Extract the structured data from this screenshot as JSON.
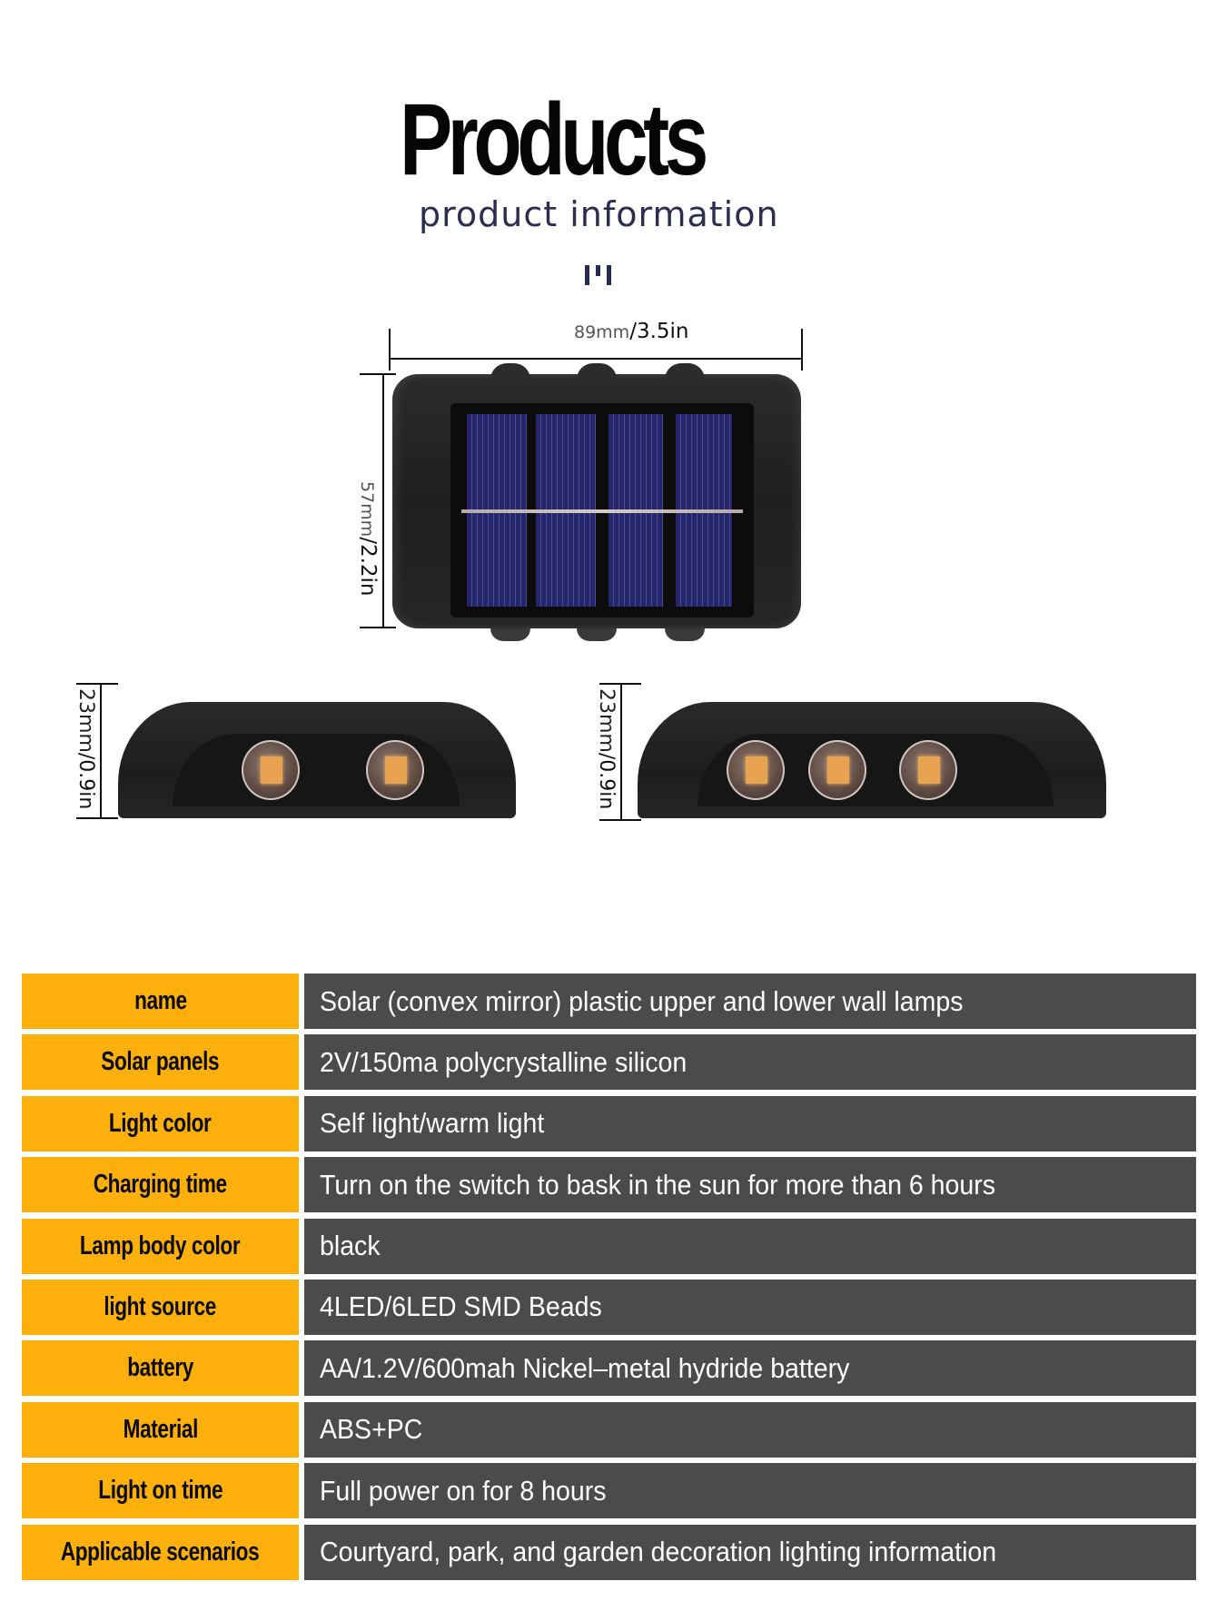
{
  "header": {
    "title": "Products",
    "subtitle": "product information",
    "marker_icon": "bar-marker-icon"
  },
  "dimensions": {
    "width_mm": "89mm",
    "width_in": "/3.5in",
    "height_mm": "57mm",
    "height_in": "/2.2in",
    "depth_left_mm": "23mm",
    "depth_left_in": "/0.9in",
    "depth_right_mm": "23mm",
    "depth_right_in": "/0.9in"
  },
  "product_views": {
    "front_view": "solar-panel-front-view",
    "side_view_left_leds": 2,
    "side_view_right_leds": 3
  },
  "colors": {
    "label_bg": "#FDB00C",
    "value_bg": "#4B4B4B",
    "title": "#050505",
    "subtitle": "#2B2E52",
    "led": "#E8A351",
    "solar_cell": "#25266A"
  },
  "specs": [
    {
      "label": "name",
      "value": "Solar (convex mirror) plastic upper and lower wall lamps"
    },
    {
      "label": "Solar panels",
      "value": "2V/150ma polycrystalline silicon"
    },
    {
      "label": "Light color",
      "value": "Self light/warm light"
    },
    {
      "label": "Charging time",
      "value": "Turn on the switch to bask in the sun for more than 6 hours"
    },
    {
      "label": "Lamp body color",
      "value": "black"
    },
    {
      "label": "light source",
      "value": "4LED/6LED SMD Beads"
    },
    {
      "label": "battery",
      "value": "AA/1.2V/600mah Nickel–metal hydride battery"
    },
    {
      "label": "Material",
      "value": "ABS+PC"
    },
    {
      "label": "Light on time",
      "value": "Full power on for 8 hours"
    },
    {
      "label": "Applicable scenarios",
      "value": "Courtyard, park, and garden decoration lighting information"
    }
  ]
}
